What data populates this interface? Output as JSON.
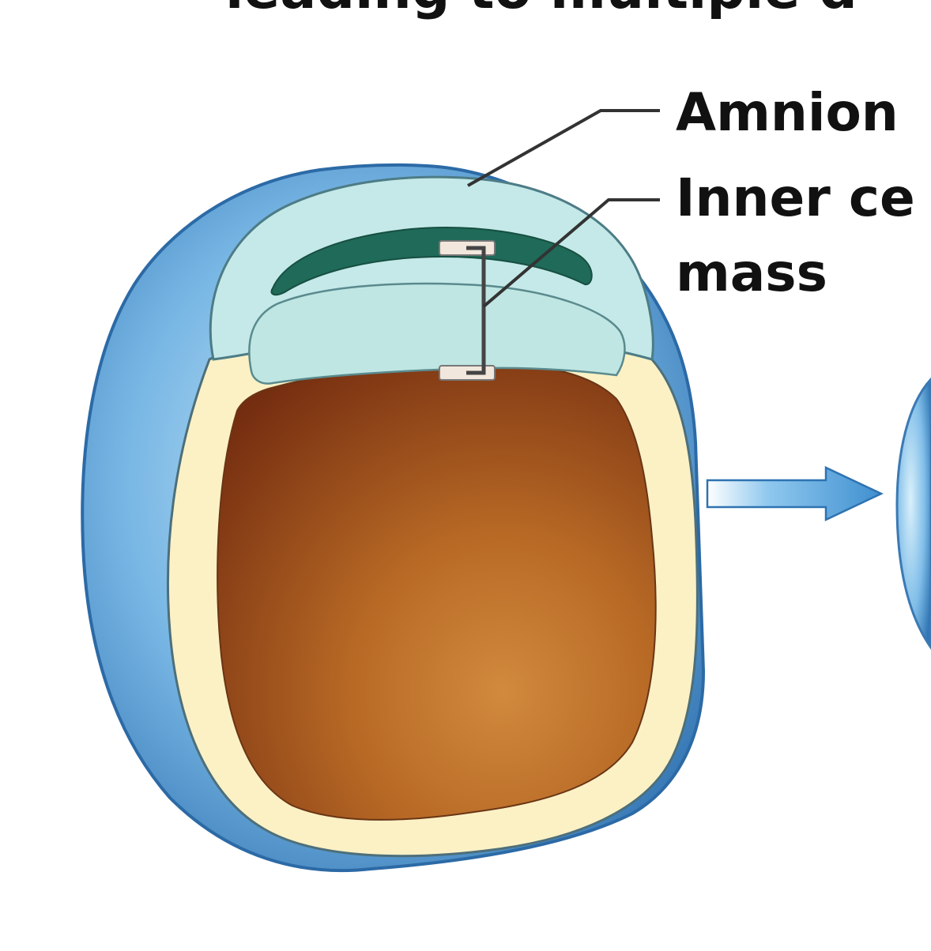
{
  "header": {
    "partial_title": "leading to multiple d"
  },
  "labels": {
    "amnion": "Amnion",
    "inner_cell_mass_line1": "Inner ce",
    "inner_cell_mass_line2": "mass"
  },
  "colors": {
    "outer_layer": "#3f86c4",
    "outer_layer_light": "#9fd0f0",
    "amnion_cap": "#bfe6e6",
    "amnion_band": "#1f6d5a",
    "yolk_ring": "#fbf1c3",
    "yolk_center": "#b96b24",
    "yolk_dark": "#7b3411",
    "arrow": "#5aa7dc",
    "leader_line": "#333333"
  }
}
